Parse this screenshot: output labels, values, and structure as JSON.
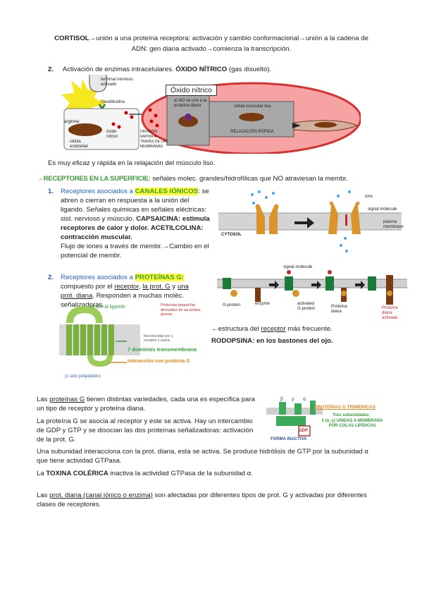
{
  "intro": {
    "cortisol": "CORTISOL",
    "line1_rest": "→unión a una proteína receptora: activación y cambio conformacional→unión a la cadena de",
    "line2": "ADN: gen diana activado→comienza la transcripción."
  },
  "item2": {
    "num": "2.",
    "text": "Activación de enzimas intracelulares.",
    "bold": "ÓXIDO NÍTRICO",
    "rest": "(gas disuelto)."
  },
  "no_figure": {
    "title": "Óxido nítrico",
    "label_terminal": "terminal nervioso activado",
    "label_acetilcolina": "acetilcolina",
    "label_arginina": "arginina",
    "label_oxido": "óxido nítrico",
    "label_celula_endotelial": "célula endotelial",
    "label_difusion": "DIFUSIÓN RÁPIDA A TRAVÉS DE LAS MEMBRANAS",
    "label_no_diana": "el NO se une a la proteína diana",
    "label_celula_muscular": "célula muscular lisa",
    "label_relajacion": "RELAJACIÓN RÁPIDA"
  },
  "no_caption": "Es muy eficaz y rápida en la relajación del músculo liso.",
  "receptores": {
    "arrow": "→",
    "title": "RECEPTORES EN LA SUPERFICIE:",
    "rest": "señales molec. grandes/hidrofílicas que NO atraviesan la membr."
  },
  "canales": {
    "num": "1.",
    "lead": "Receptores asociados a",
    "bold": "CANALES IÓNICOS",
    "l1_tail": ": se",
    "l2": "abren o cierran en respuesta a la unión del",
    "l3": "ligando. Señales químicas en señales eléctricas:",
    "l4_a": "sist. nervioso y músculo.",
    "l4_b": "CAPSAICINA: estimula",
    "l5_a": "receptores de calor y dolor.",
    "l5_b": "ACETILCOLINA:",
    "l6": "contracción muscular.",
    "l7": "Flujo de iones a través de membr.→Cambio en el",
    "l8": "potencial de membr."
  },
  "canal_figure": {
    "ions": "ions",
    "signal": "signal molecule",
    "plasma": "plasma membrane",
    "cytosol": "CYTOSOL"
  },
  "proteinas_g": {
    "num": "2.",
    "lead": "Receptores asociados a",
    "bold": "PROTEÍNAS G:",
    "l2_a": "compuesto por el",
    "l2_rec": "receptor",
    "l2_b": ",",
    "l2_protg": "la prot. G",
    "l2_c": "y",
    "l2_una": "una",
    "l3_prot": "prot. diana",
    "l3_rest": ". Responden a muchas moléc.",
    "l4": "señalizadoras."
  },
  "gfig_labels": {
    "union": "Unión al ligando",
    "ligandos": "Proteínas pequeñas derivados de aa ácidos grasos",
    "reconocido": "Reconocidas por 1 receptor o varios",
    "dominios": "7 dominios transmembrana",
    "interaccion": "Interacción con proteína G",
    "polipeptido": "(1 sólo polipéptido)"
  },
  "gprot_figure": {
    "signal": "signal molecule",
    "gprotein": "G-protein",
    "enzyme": "enzyme",
    "activated": "activated G-protein",
    "diana": "Proteína diana",
    "diana_activada": "Proteína diana activada"
  },
  "estructura": {
    "arrow": "←estructura del",
    "receptor": "receptor",
    "rest": "más frecuente.",
    "rodopsina": "RODOPSINA: en los bastones del ojo."
  },
  "trimericas": {
    "title": "PROTEÍNAS G TRIMÉRICAS",
    "tres": "Tres subunidades;",
    "unidas": "2 (α, γ) UNIDAS A MEMBRANA POR COLAS LIPÍDICAS",
    "inactiva": "FORMA INACTIVA",
    "gdp": "GDP",
    "beta": "β",
    "gamma": "γ",
    "alpha": "α"
  },
  "para1": {
    "a": "Las",
    "u": "proteínas G",
    "b": "tienen distintas variedades, cada una es específica para",
    "c": "un tipo de receptor y proteína diana."
  },
  "para2": {
    "l1": "La proteína G se asocia al receptor y este se activa. Hay un intercambio",
    "l2": "de GDP y GTP y se disocian las dos proteínas señalizadoras: activación",
    "l3": "de la prot. G."
  },
  "para3": {
    "l1": "Una subunidad interacciona con la prot. diana, esta se activa. Se produce hidrólisis de GTP por la subunidad α",
    "l2": "que tiene actividad GTPasa."
  },
  "para4": {
    "a": "La",
    "bold": "TOXINA COLÉRICA",
    "b": "inactiva la actividad GTPasa de la subunidad α."
  },
  "para5": {
    "a": "Las",
    "u": "prot. diana (canal iónico o enzima)",
    "b": "son afectadas por diferentes tipos de prot. G y activadas por diferentes",
    "c": "clases de receptores."
  }
}
